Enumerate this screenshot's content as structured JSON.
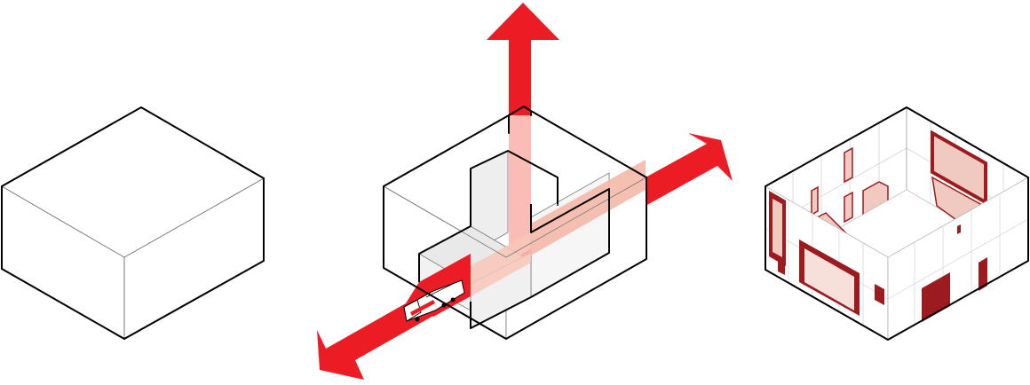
{
  "diagram": {
    "panels": [
      {
        "id": "plain-volume"
      },
      {
        "id": "carved-volume-with-circulation"
      },
      {
        "id": "perforated-shell-interior"
      }
    ],
    "colors": {
      "arrow_red": "#ec1c24",
      "dark_red": "#9b1b1f",
      "tint_red": "#f4b9a8",
      "pale_red": "#fbd9cf",
      "edge": "#000000",
      "thin_edge": "#555555",
      "grey_fill": "#eeeeee",
      "background": "#ffffff"
    },
    "icons": [
      "truck-icon",
      "arrow-up-icon",
      "arrow-right-icon",
      "arrow-left-icon"
    ]
  }
}
